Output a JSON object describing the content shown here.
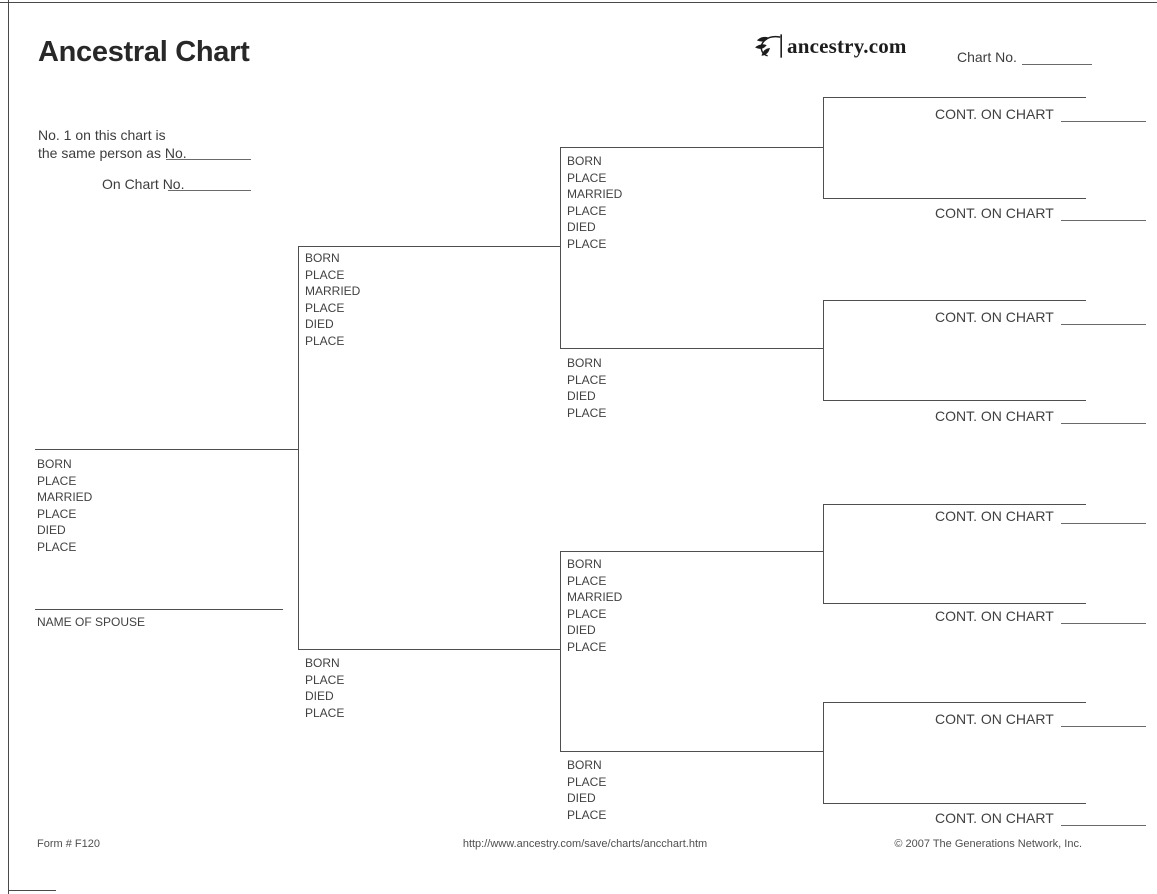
{
  "header": {
    "title": "Ancestral Chart",
    "brand": "ancestry.com",
    "chart_no_label": "Chart No."
  },
  "intro": {
    "line1": "No. 1 on this chart is",
    "line2_label": "the same person as No.",
    "line3_label": "On Chart No."
  },
  "labels": {
    "born": "BORN",
    "place": "PLACE",
    "married": "MARRIED",
    "died": "DIED",
    "name_of_spouse": "NAME OF SPOUSE",
    "cont_on_chart": "CONT. ON CHART"
  },
  "fields": {
    "chart_no": "",
    "same_person_no": "",
    "on_chart_no": "",
    "cont_chart_nos": [
      "",
      "",
      "",
      "",
      "",
      "",
      "",
      ""
    ]
  },
  "footer": {
    "form_no": "Form # F120",
    "url": "http://www.ancestry.com/save/charts/ancchart.htm",
    "copyright": "© 2007 The Generations Network, Inc."
  }
}
